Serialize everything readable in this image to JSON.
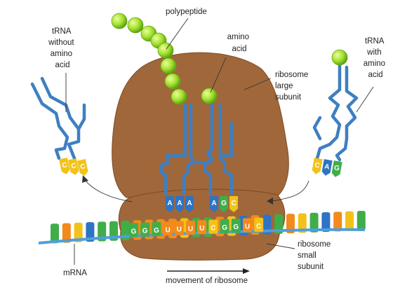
{
  "labels": {
    "polypeptide": "polypeptide",
    "amino_acid": [
      "amino",
      "acid"
    ],
    "trna_without": [
      "tRNA",
      "without",
      "amino",
      "acid"
    ],
    "trna_with": [
      "tRNA",
      "with",
      "amino",
      "acid"
    ],
    "ribosome_large": [
      "ribosome",
      "large",
      "subunit"
    ],
    "ribosome_small": [
      "ribosome",
      "small",
      "subunit"
    ],
    "mrna": "mRNA",
    "movement": "movement of ribosome"
  },
  "codons": {
    "mrna_visible": [
      "G",
      "G",
      "G",
      "U",
      "U",
      "U",
      "U",
      "C",
      "G",
      "G",
      "U",
      "C"
    ],
    "anticodon_left_ribosome": [
      "A",
      "A",
      "A"
    ],
    "anticodon_right_ribosome": [
      "A",
      "G",
      "C"
    ],
    "anticodon_exiting_trna": [
      "C",
      "C",
      "C"
    ],
    "anticodon_incoming_trna": [
      "C",
      "A",
      "G"
    ]
  },
  "colors": {
    "ribosome": "#a0673a",
    "trna": "#3f7fc1",
    "mrna_strand": "#4f9fda",
    "amino_acid": "#8fd62a",
    "base_G": "#3fae49",
    "base_C": "#f3c21a",
    "base_U": "#f28a1c",
    "base_A": "#2f73c4"
  }
}
